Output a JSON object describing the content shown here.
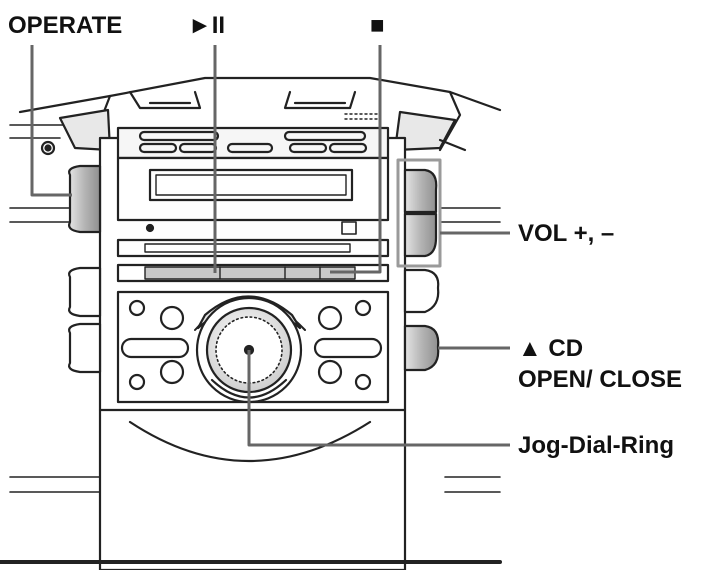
{
  "labels": {
    "operate": "OPERATE",
    "play_pause": "►II",
    "stop": "■",
    "volume": "VOL +, –",
    "cd_open_line1": "▲ CD",
    "cd_open_line2": "OPEN/ CLOSE",
    "jog": "Jog-Dial-Ring"
  },
  "colors": {
    "outline": "#222222",
    "fill_light": "#f2f2f2",
    "fill_button": "#c9c9c9",
    "fill_button_dark": "#a8a8a8",
    "callout_box": "#9a9a9a"
  }
}
